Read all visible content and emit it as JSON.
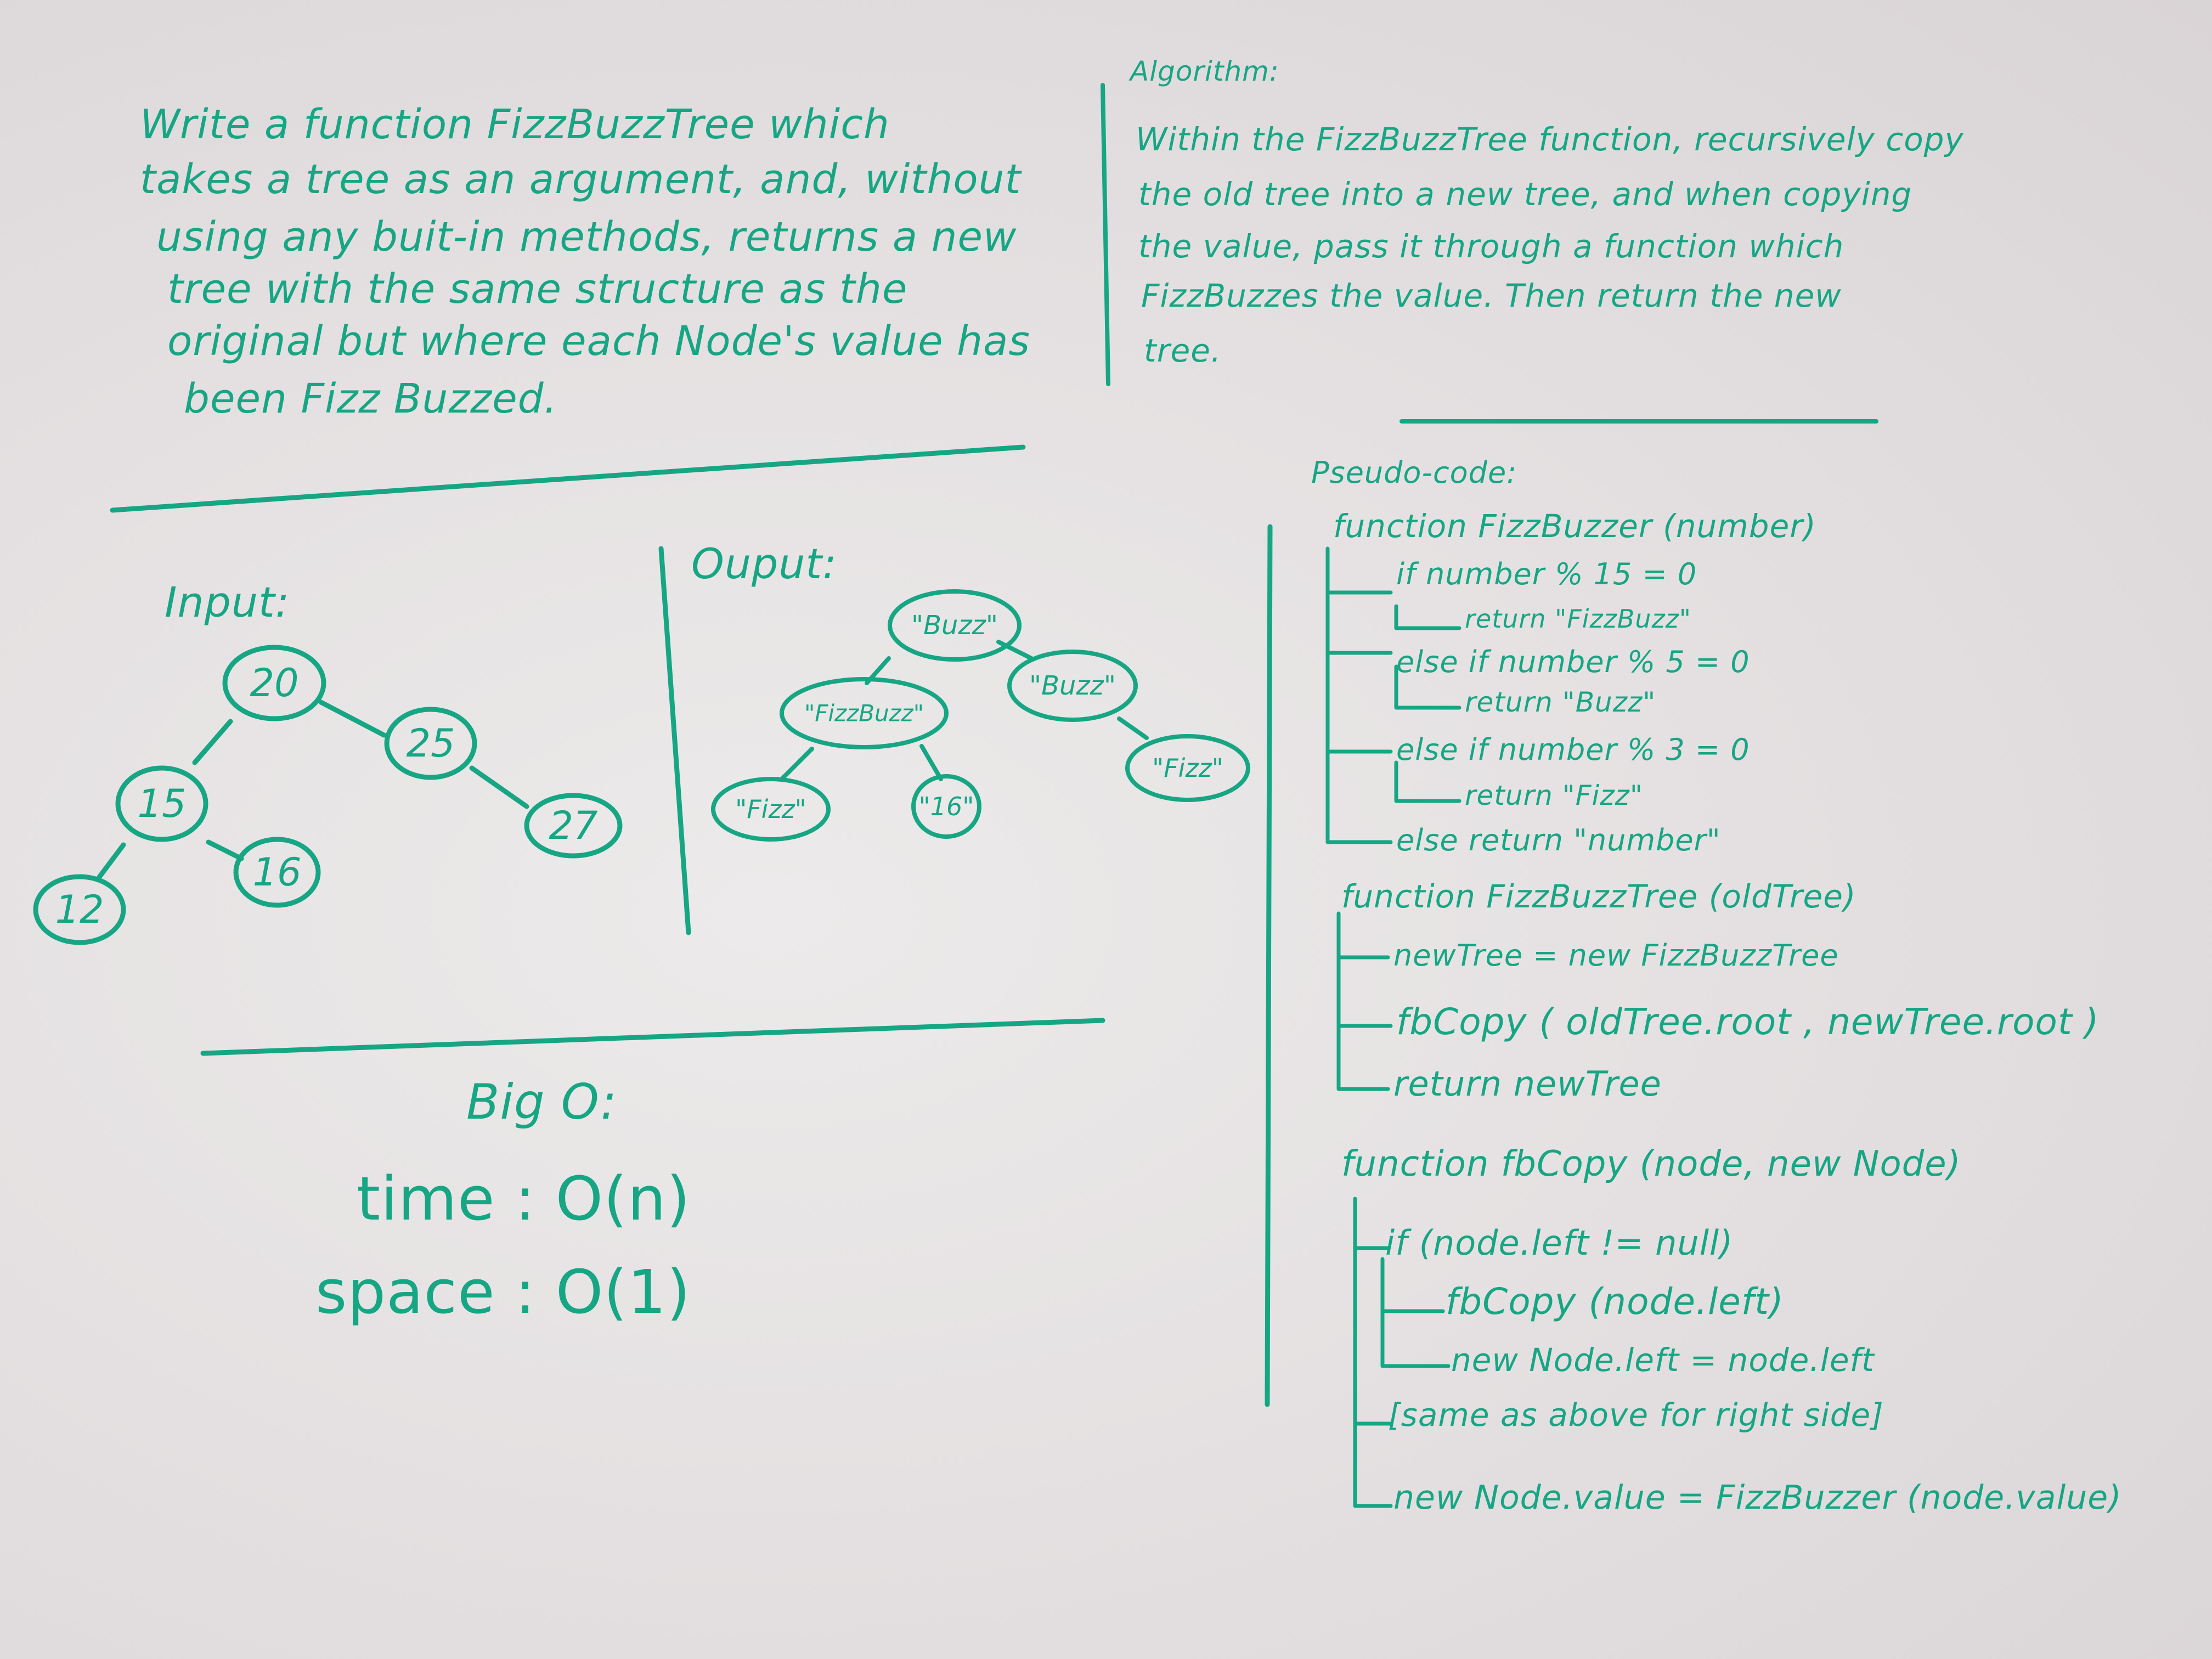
{
  "problem": [
    "Write a function FizzBuzzTree which",
    "takes a tree as an argument, and, without",
    "using any buit-in methods, returns a new",
    "tree with the same structure as the",
    "original but where each Node's value has",
    "been Fizz Buzzed."
  ],
  "algorithm": {
    "title": "Algorithm:",
    "lines": [
      "Within the FizzBuzzTree function, recursively copy",
      "the old tree into a new tree, and when copying",
      "the value, pass it through a function which",
      "FizzBuzzes the value. Then return the new",
      "tree."
    ]
  },
  "input_tree": {
    "label": "Input:",
    "nodes": [
      "20",
      "25",
      "15",
      "27",
      "16",
      "12"
    ]
  },
  "output_tree": {
    "label": "Ouput:",
    "nodes": [
      "\"Buzz\"",
      "\"Buzz\"",
      "\"FizzBuzz\"",
      "\"Fizz\"",
      "\"Fizz\"",
      "\"16\""
    ]
  },
  "big_o": {
    "title": "Big O:",
    "time": "time : O(n)",
    "space": "space : O(1)"
  },
  "pseudocode": {
    "title": "Pseudo-code:",
    "lines": [
      "function FizzBuzzer (number)",
      "if number % 15 = 0",
      "return \"FizzBuzz\"",
      "else if number % 5 = 0",
      "return \"Buzz\"",
      "else if number % 3 = 0",
      "return \"Fizz\"",
      "else return \"number\"",
      "function FizzBuzzTree (oldTree)",
      "newTree = new FizzBuzzTree",
      "fbCopy ( oldTree.root , newTree.root )",
      "return newTree",
      "function fbCopy (node, new Node)",
      "if (node.left != null)",
      "fbCopy (node.left)",
      "new Node.left = node.left",
      "[same as above for right side]",
      "new Node.value = FizzBuzzer (node.value)"
    ]
  }
}
